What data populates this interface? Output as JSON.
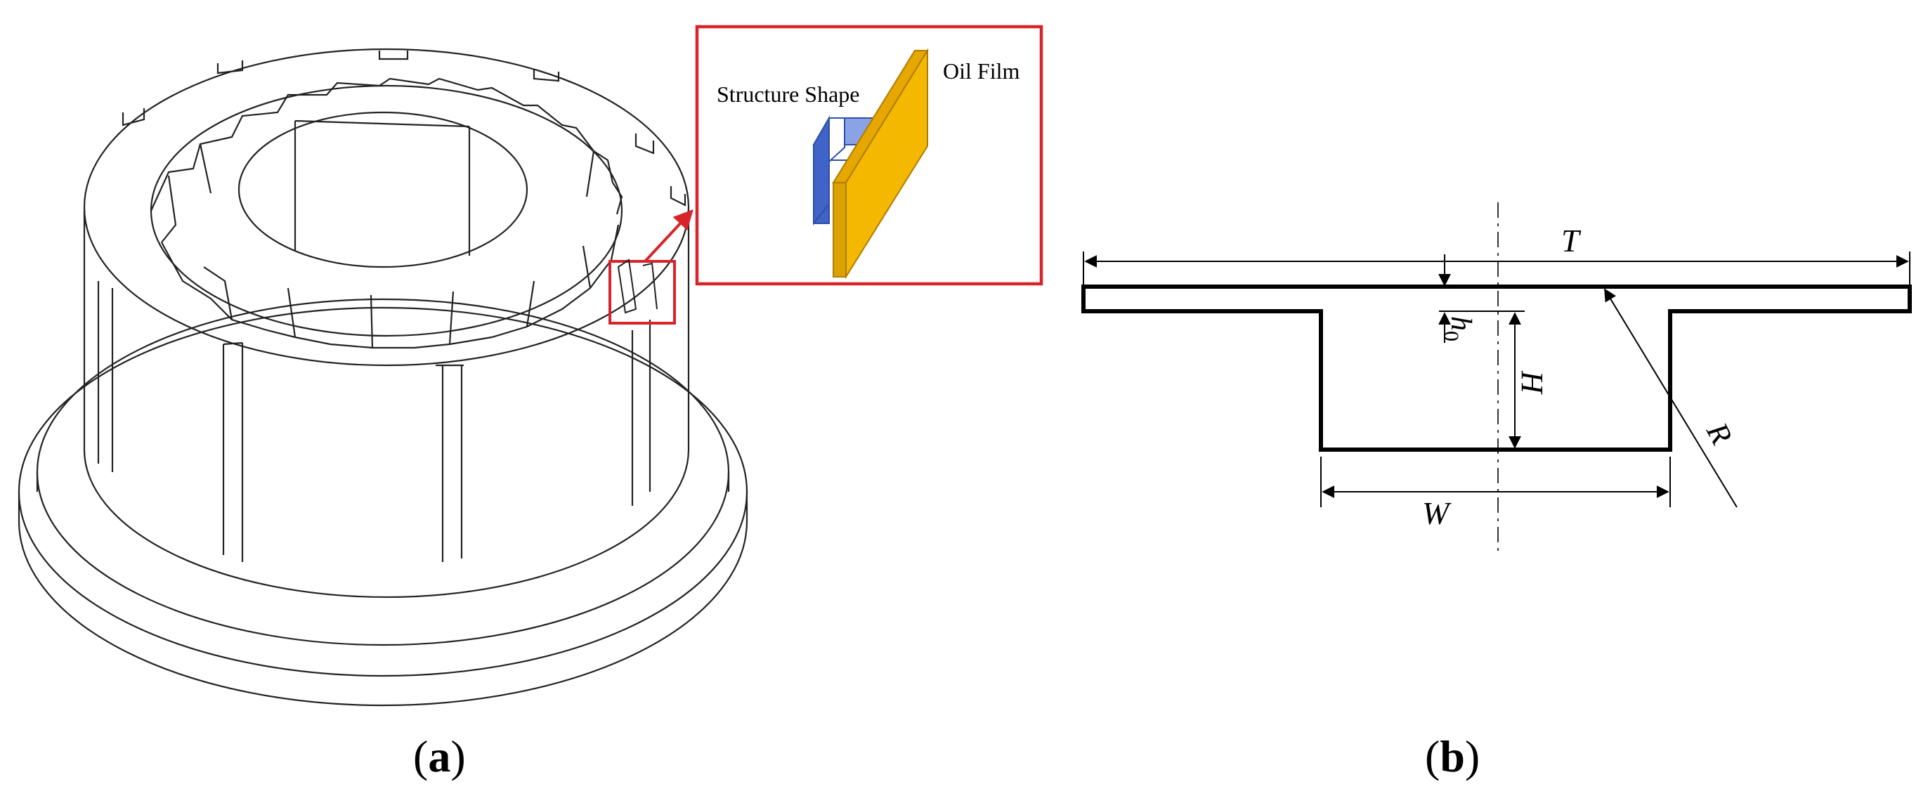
{
  "panel_a": {
    "caption_open": "(",
    "caption_letter": "a",
    "caption_close": ")",
    "inset": {
      "label_structure": "Structure Shape",
      "label_oil_film": "Oil Film"
    }
  },
  "panel_b": {
    "caption_open": "(",
    "caption_letter": "b",
    "caption_close": ")",
    "dim_T": "T",
    "dim_h0_main": "h",
    "dim_h0_sub": "0",
    "dim_H": "H",
    "dim_R": "R",
    "dim_W": "W"
  },
  "colors": {
    "line": "#000000",
    "highlight": "#d9232a",
    "structure_blue": "#3f63c6",
    "oil_film_yellow": "#f5b800",
    "oil_film_edge": "#c98f00"
  }
}
